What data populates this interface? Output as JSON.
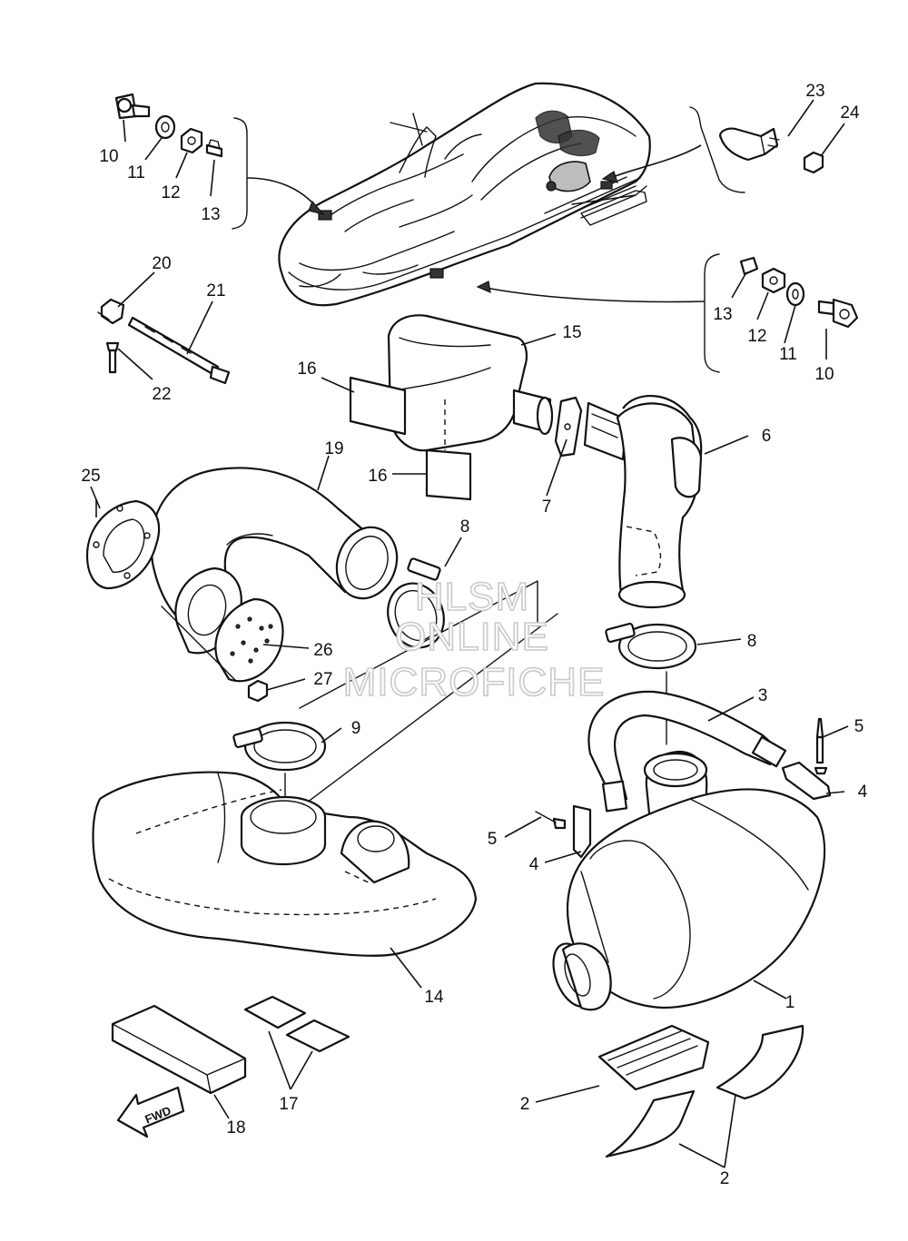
{
  "watermark": {
    "line1": "HLSM",
    "line2": "ONLINE",
    "line3": "MICROFICHE"
  },
  "fwd_arrow": "FWD",
  "callouts": [
    {
      "id": "c10a",
      "text": "10"
    },
    {
      "id": "c11a",
      "text": "11"
    },
    {
      "id": "c12a",
      "text": "12"
    },
    {
      "id": "c13a",
      "text": "13"
    },
    {
      "id": "c23",
      "text": "23"
    },
    {
      "id": "c24",
      "text": "24"
    },
    {
      "id": "c13b",
      "text": "13"
    },
    {
      "id": "c12b",
      "text": "12"
    },
    {
      "id": "c11b",
      "text": "11"
    },
    {
      "id": "c10b",
      "text": "10"
    },
    {
      "id": "c20",
      "text": "20"
    },
    {
      "id": "c21",
      "text": "21"
    },
    {
      "id": "c22",
      "text": "22"
    },
    {
      "id": "c15",
      "text": "15"
    },
    {
      "id": "c16a",
      "text": "16"
    },
    {
      "id": "c16b",
      "text": "16"
    },
    {
      "id": "c19",
      "text": "19"
    },
    {
      "id": "c7",
      "text": "7"
    },
    {
      "id": "c6",
      "text": "6"
    },
    {
      "id": "c25",
      "text": "25"
    },
    {
      "id": "c8a",
      "text": "8"
    },
    {
      "id": "c8b",
      "text": "8"
    },
    {
      "id": "c26",
      "text": "26"
    },
    {
      "id": "c27",
      "text": "27"
    },
    {
      "id": "c3",
      "text": "3"
    },
    {
      "id": "c5a",
      "text": "5"
    },
    {
      "id": "c9",
      "text": "9"
    },
    {
      "id": "c4a",
      "text": "4"
    },
    {
      "id": "c5b",
      "text": "5"
    },
    {
      "id": "c4b",
      "text": "4"
    },
    {
      "id": "c14",
      "text": "14"
    },
    {
      "id": "c1",
      "text": "1"
    },
    {
      "id": "c17",
      "text": "17"
    },
    {
      "id": "c18",
      "text": "18"
    },
    {
      "id": "c2a",
      "text": "2"
    },
    {
      "id": "c2b",
      "text": "2"
    }
  ]
}
